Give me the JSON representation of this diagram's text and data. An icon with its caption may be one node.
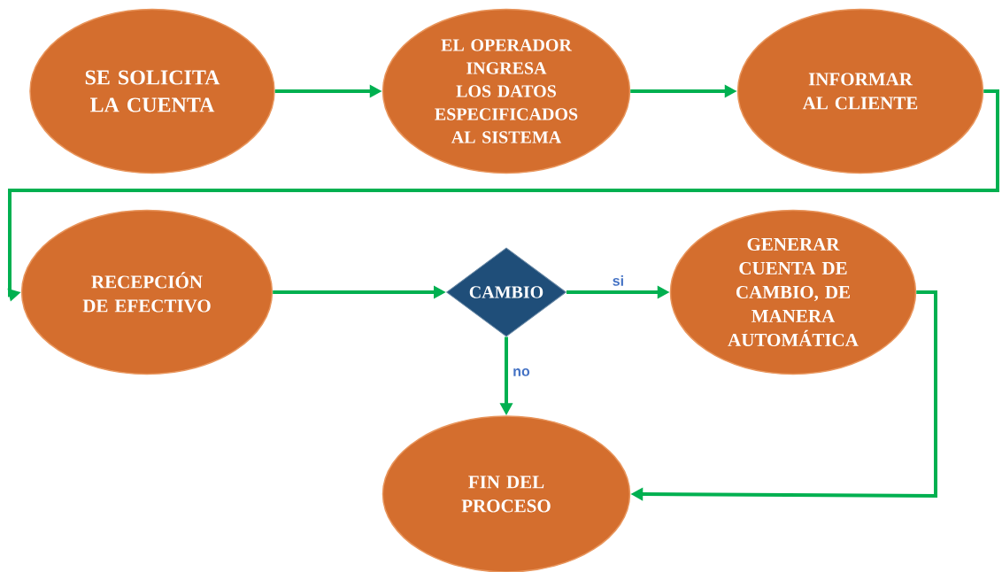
{
  "diagram": {
    "nodes": [
      {
        "text": [
          "SE SOLICITA LA CUENTA"
        ]
      },
      {
        "text": [
          "EL OPERADOR INGRESA LOS DATOS ESPECIFICADOS AL SISTEMA"
        ]
      },
      {
        "text": [
          "INFORMAR AL CLIENTE"
        ]
      },
      {
        "text": [
          "RECEPCIÓN DE EFECTIVO"
        ]
      },
      {
        "text": [
          "CAMBIO"
        ]
      },
      {
        "text": [
          "GENERAR CUENTA DE CAMBIO, DE MANERA AUTOMÁTICA"
        ]
      },
      {
        "text": [
          "FIN DEL PROCESO"
        ]
      }
    ],
    "edges": [
      {
        "from": 0,
        "to": 1,
        "arrow": "to"
      },
      {
        "from": 1,
        "to": 2,
        "arrow": "to"
      },
      {
        "from": 2,
        "to": 3,
        "arrow": "to"
      },
      {
        "from": 3,
        "to": 4,
        "arrow": "to"
      },
      {
        "from": 4,
        "to": 5,
        "arrow": "to",
        "label": "si"
      },
      {
        "from": 4,
        "to": 6,
        "arrow": "to",
        "label": "no"
      },
      {
        "from": 5,
        "to": 6,
        "arrow": "to"
      }
    ]
  }
}
